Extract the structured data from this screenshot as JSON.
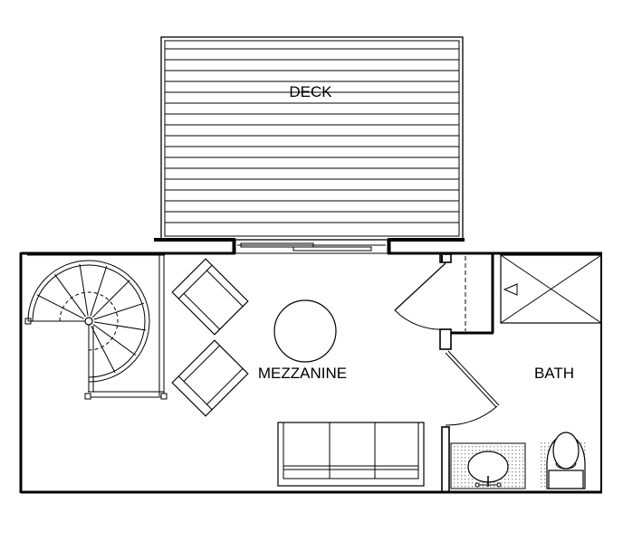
{
  "floor_plan": {
    "rooms": {
      "deck": "DECK",
      "mezzanine": "MEZZANINE",
      "bath": "BATH"
    },
    "colors": {
      "line": "#000000",
      "background": "#ffffff",
      "tile_hatch": "#9a9a9a"
    }
  }
}
